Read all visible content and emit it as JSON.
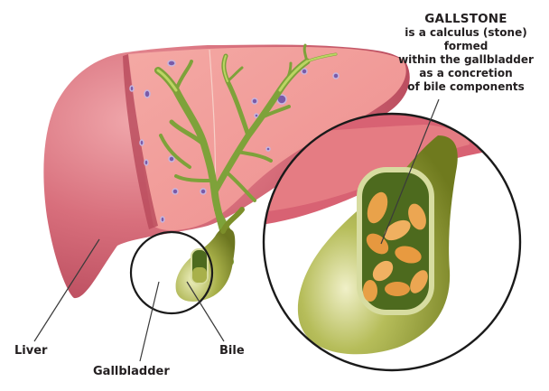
{
  "diagram": {
    "subject": "Liver and gallbladder with gallstone",
    "callout": {
      "title": "GALLSTONE",
      "lines": [
        "is a calculus (stone) formed",
        "within the gallbladder",
        "as a concretion",
        "of bile components"
      ]
    },
    "labels": {
      "liver": "Liver",
      "gallbladder": "Gallbladder",
      "bile": "Bile"
    },
    "colors": {
      "liver_dark": "#c85a6a",
      "liver_light": "#e8858c",
      "liver_cut": "#f2a3a0",
      "bile_ducts": "#8fb03a",
      "gallbladder": "#8a8f2a",
      "gallbladder_light": "#d8dc9a",
      "stones": "#e8a548",
      "magnifier_ring": "#1a1a1a",
      "text": "#231f20"
    }
  }
}
